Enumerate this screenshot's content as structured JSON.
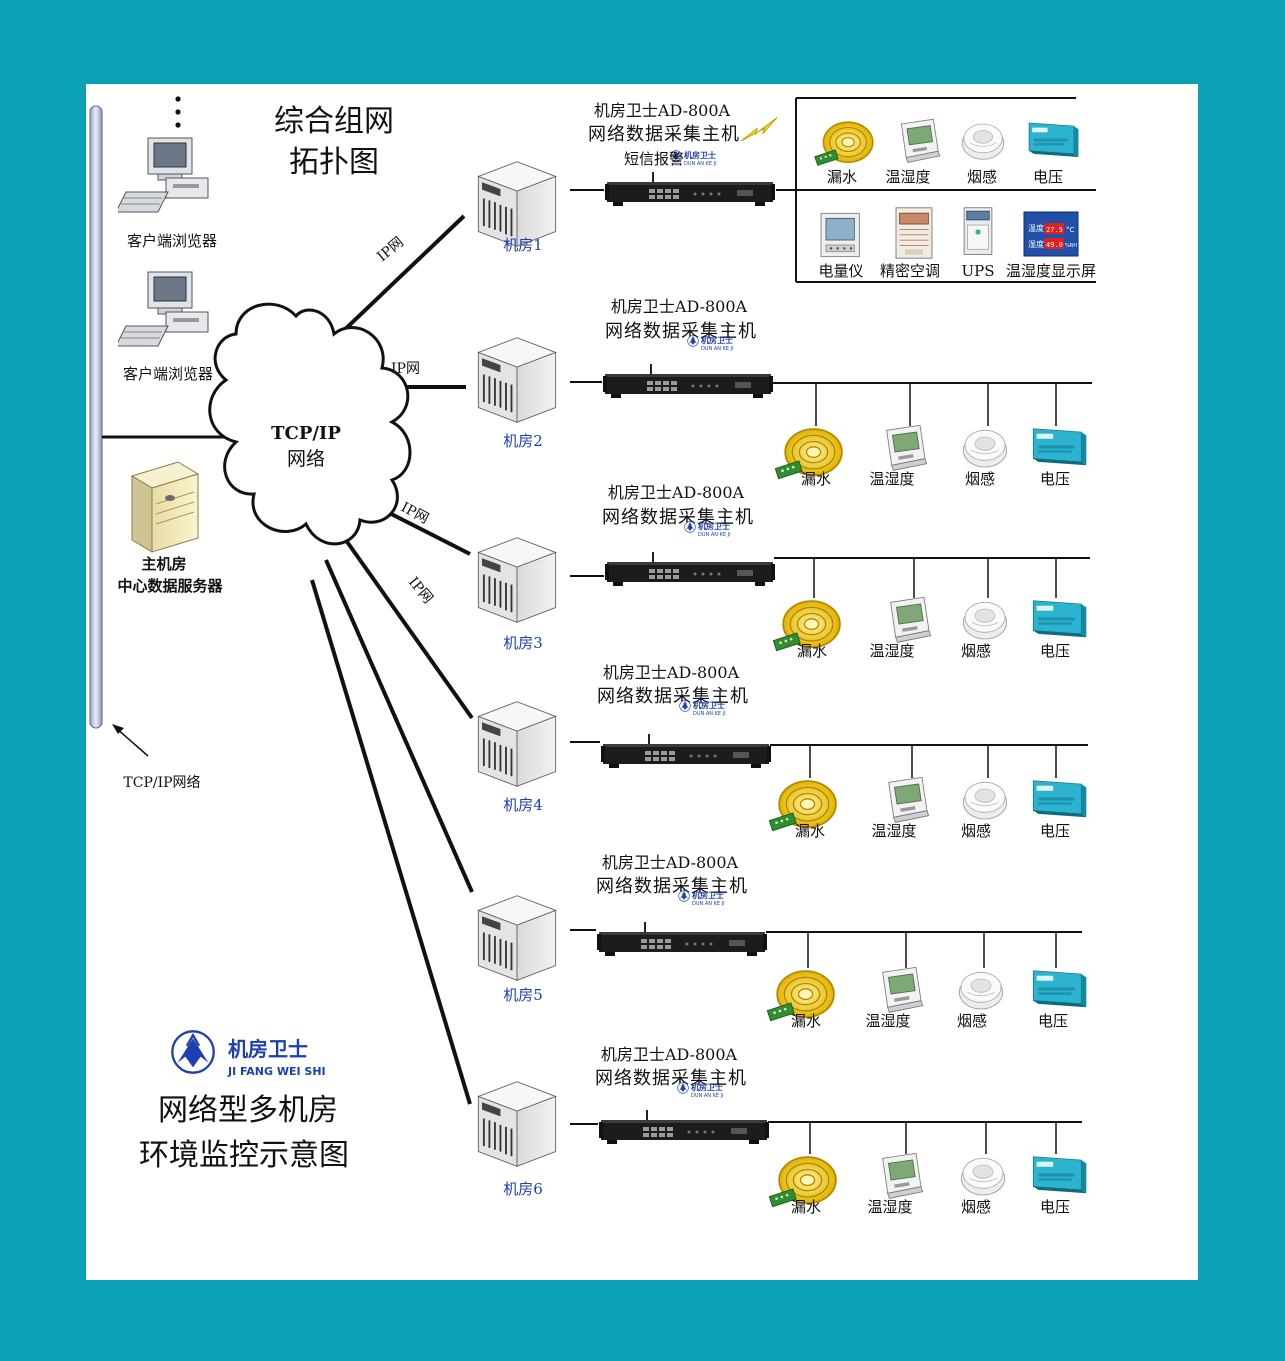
{
  "title_topology": [
    "综合组网",
    "拓扑图"
  ],
  "cloud": {
    "line1": "TCP/IP",
    "line2": "网络"
  },
  "bus_label": "TCP/IP网络",
  "clients": [
    {
      "label": "客户端浏览器"
    },
    {
      "label": "客户端浏览器"
    }
  ],
  "server": {
    "line1": "主机房",
    "line2": "中心数据服务器"
  },
  "link_label": "IP网",
  "collector": {
    "model": "机房卫士AD-800A",
    "name": "网络数据采集主机",
    "sms": "短信报警",
    "badge_cn": "机房卫士",
    "badge_en": "DUN AN KE JI"
  },
  "rooms": [
    {
      "label": "机房1"
    },
    {
      "label": "机房2"
    },
    {
      "label": "机房3"
    },
    {
      "label": "机房4"
    },
    {
      "label": "机房5"
    },
    {
      "label": "机房6"
    }
  ],
  "sensors": [
    "漏水",
    "温湿度",
    "烟感",
    "电压"
  ],
  "room1_extra": [
    "电量仪",
    "精密空调",
    "UPS",
    "温湿度显示屏"
  ],
  "display_screen": {
    "t_label": "温度",
    "t_value": "27.5",
    "t_unit": "°C",
    "h_label": "湿度",
    "h_value": "49.0",
    "h_unit": "%RH"
  },
  "brand": {
    "cn": "机房卫士",
    "en": "JI FANG WEI SHI"
  },
  "title_main": [
    "网络型多机房",
    "环境监控示意图"
  ],
  "colors": {
    "background": "#0aa0b5",
    "panel": "#ffffff",
    "room_label": "#1d3fb0",
    "leak_cable": "#f2c200",
    "device": "#1c1c1c"
  }
}
